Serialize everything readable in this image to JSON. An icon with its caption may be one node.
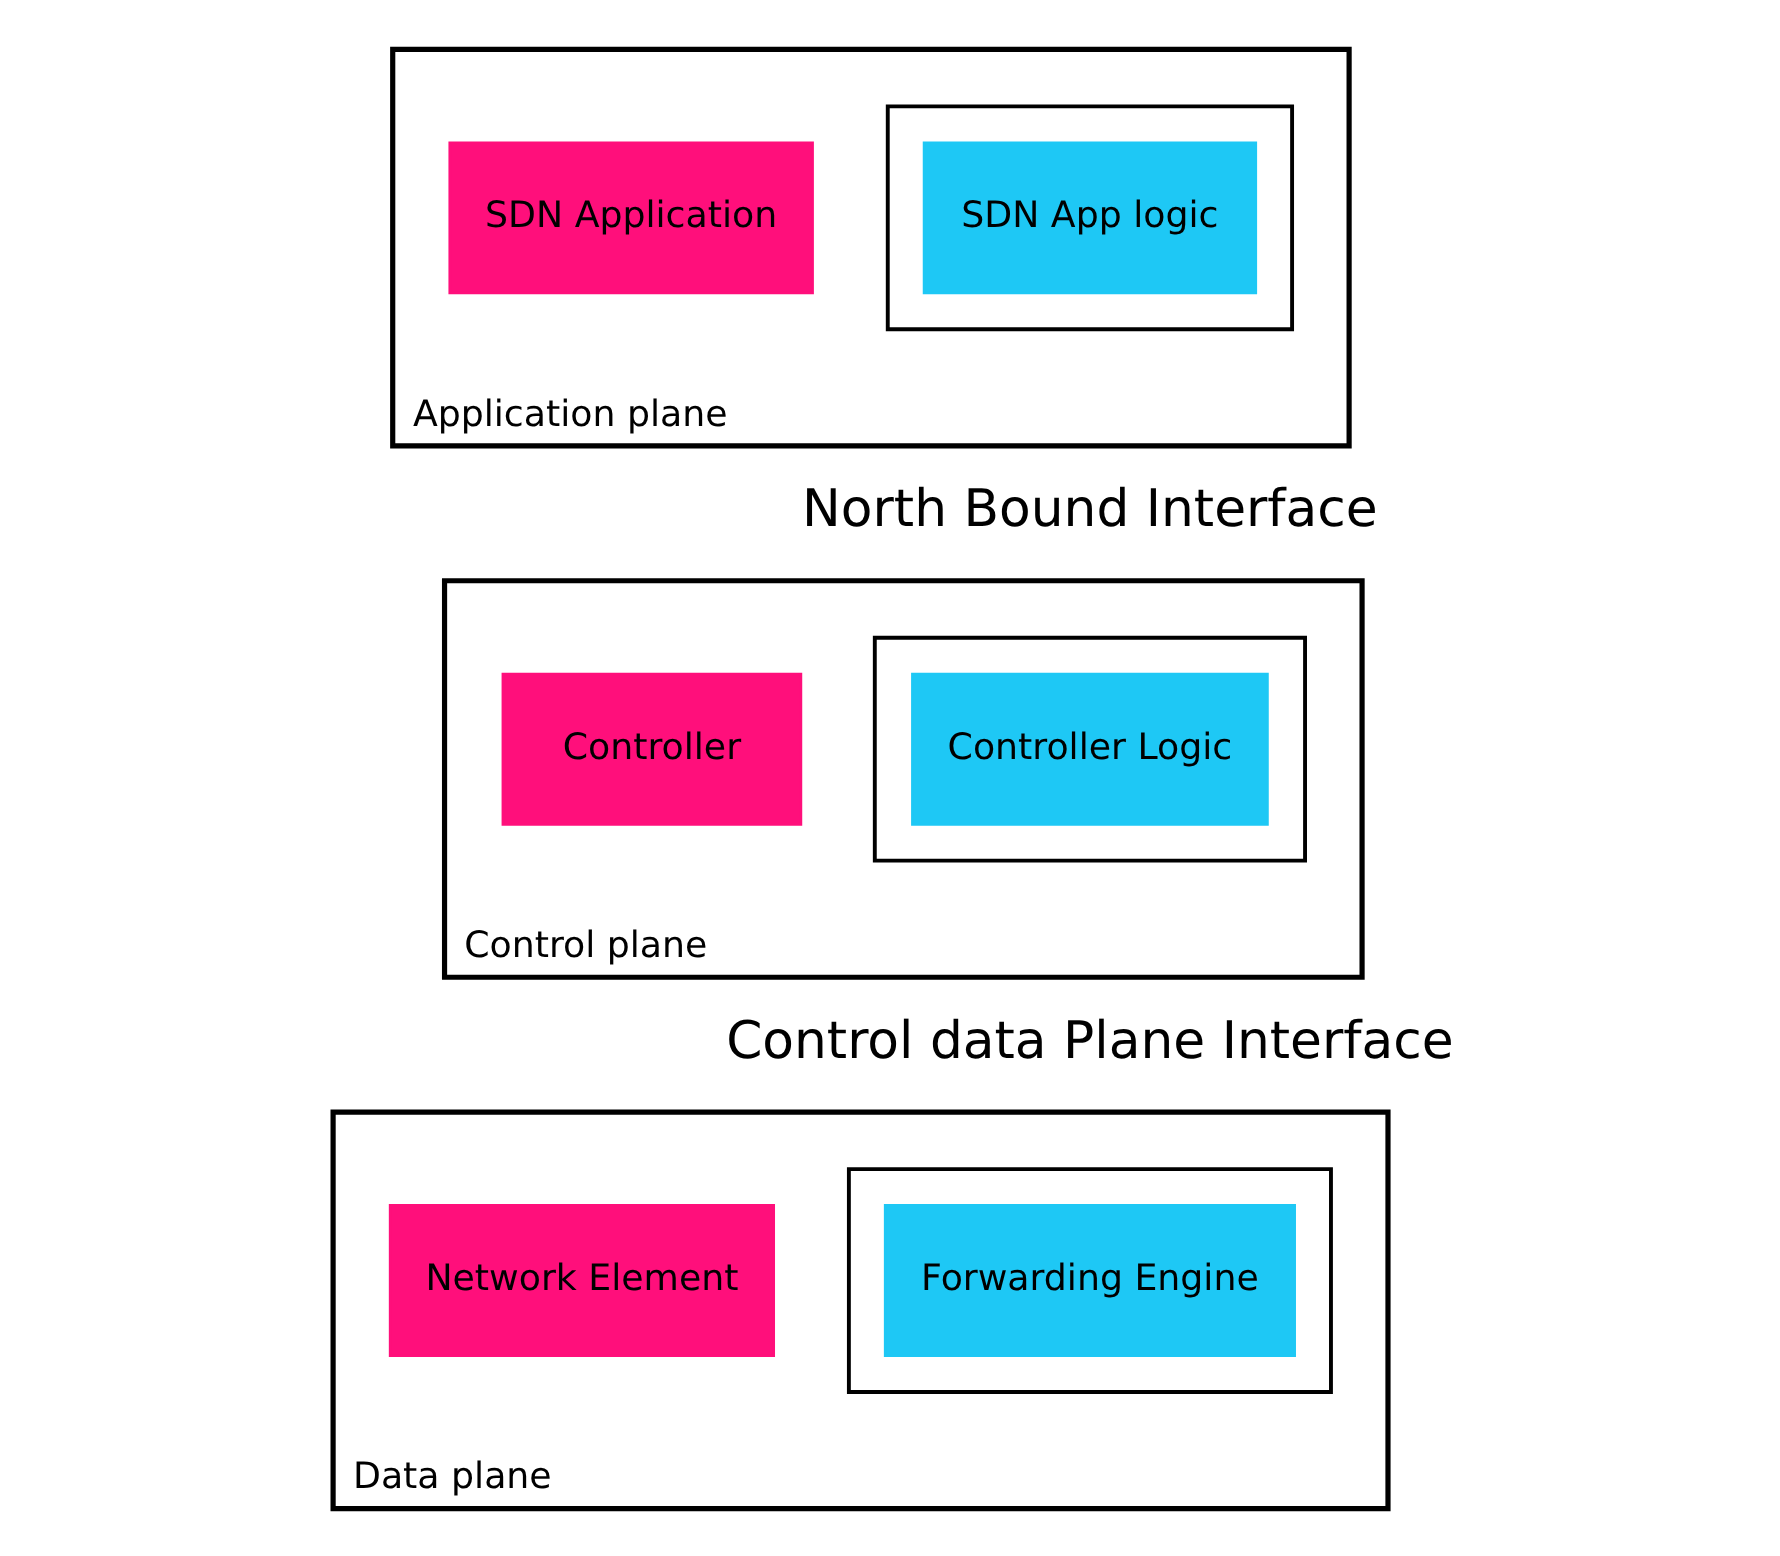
{
  "diagram": {
    "nodes": [
      {
        "text": [
          "Application plane"
        ]
      },
      {
        "text": [
          "SDN Application"
        ],
        "in": 0
      },
      {
        "text": [],
        "shape": "box",
        "in": 0
      },
      {
        "text": [
          "SDN App logic"
        ],
        "in": 2
      },
      {
        "text": [
          "Control plane"
        ]
      },
      {
        "text": [
          "Controller"
        ],
        "in": 4
      },
      {
        "text": [],
        "shape": "box",
        "in": 4
      },
      {
        "text": [
          "Controller Logic"
        ],
        "in": 6
      },
      {
        "text": [
          "Data plane"
        ]
      },
      {
        "text": [
          "Network Element"
        ],
        "in": 8
      },
      {
        "text": [],
        "shape": "box",
        "in": 8
      },
      {
        "text": [
          "Forwarding Engine"
        ],
        "in": 10
      }
    ],
    "edges": [],
    "labels": [
      "North Bound Interface",
      "Control data Plane Interface"
    ]
  }
}
